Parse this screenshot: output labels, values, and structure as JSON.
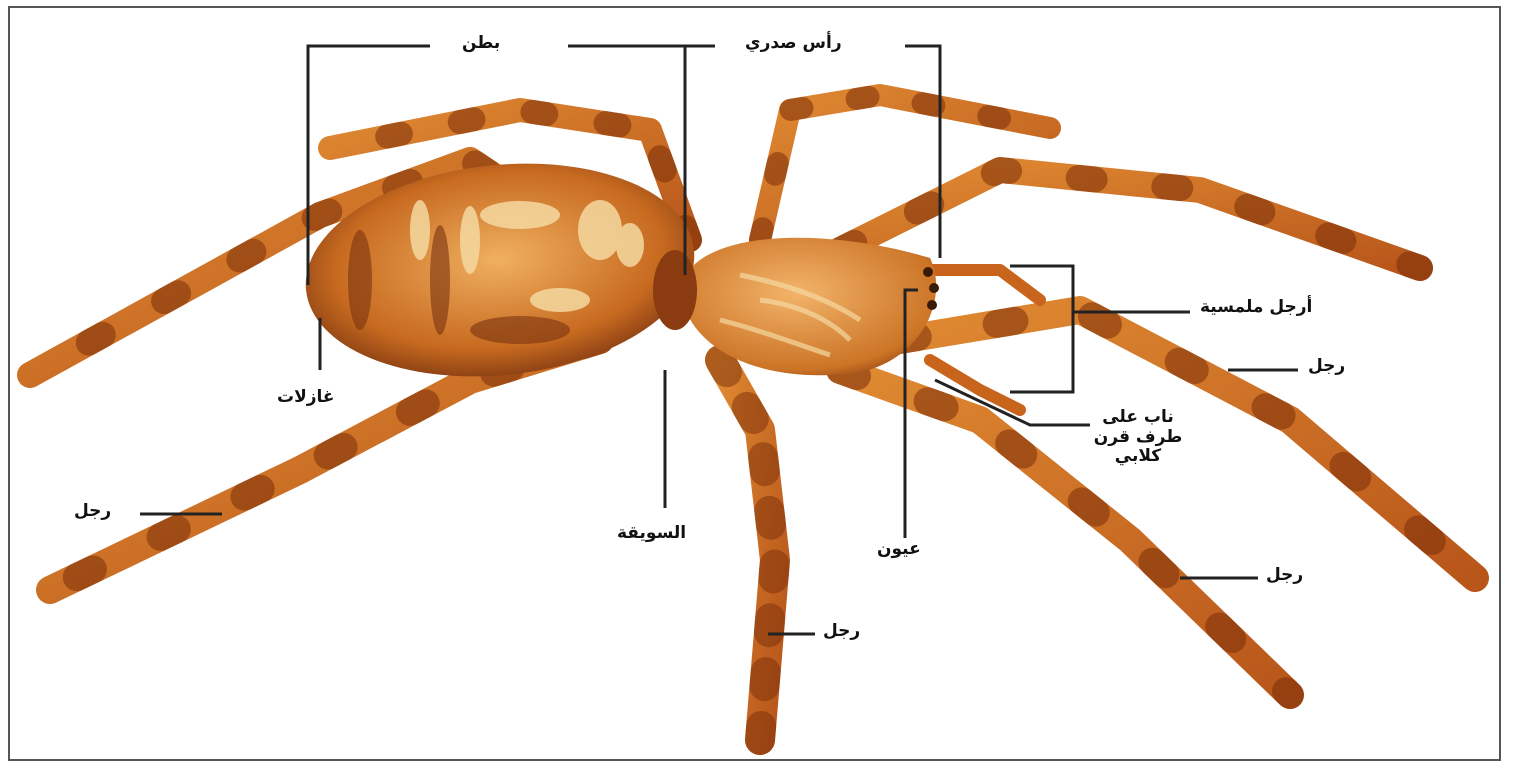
{
  "diagram": {
    "labels": {
      "abdomen": "بطن",
      "cephalothorax": "رأس صدري",
      "spinnerets": "غازلات",
      "pedipalps": "أرجل ملمسية",
      "leg_right_upper": "رجل",
      "leg_left": "رجل",
      "fang": "ناب على طرف قرن كلابي",
      "pedicel": "السويقة",
      "eyes": "عيون",
      "leg_right_lower": "رجل",
      "leg_bottom": "رجل"
    },
    "colors": {
      "leg": "#c8641c",
      "leg_band": "#7a2e0a",
      "body": "#d9822b",
      "body_dark": "#8a3c10",
      "body_light": "#f5d9a0",
      "line": "#222222"
    }
  }
}
